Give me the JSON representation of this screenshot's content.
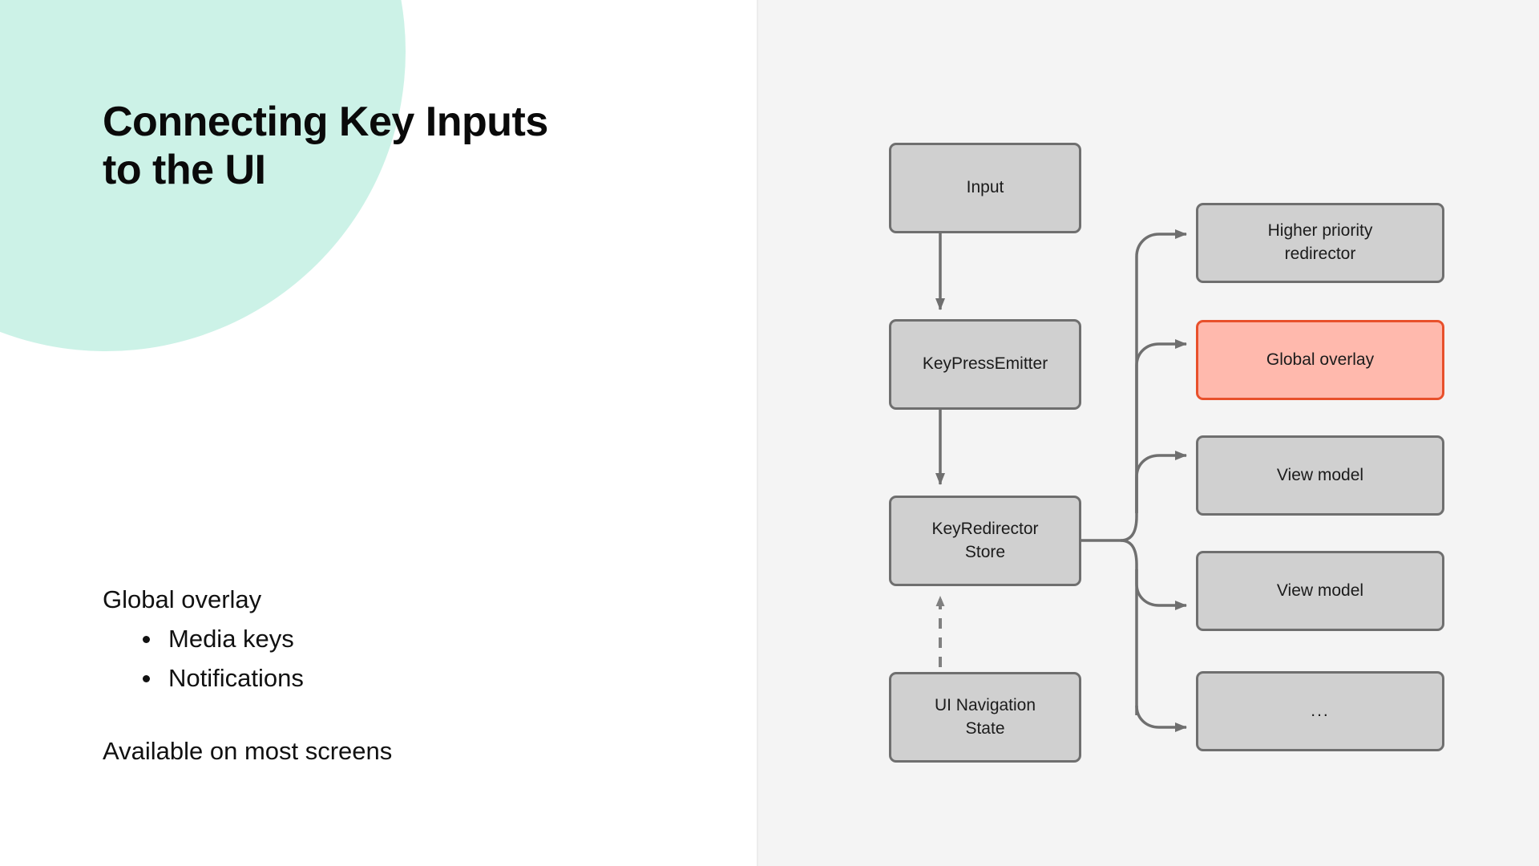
{
  "slide": {
    "title": "Connecting Key Inputs\nto the UI",
    "background_color": "#ffffff",
    "accent_circle_color": "#CCF2E7",
    "panel_color": "#F4F4F4"
  },
  "content": {
    "heading": "Global overlay",
    "bullets": [
      "Media keys",
      "Notifications"
    ],
    "footnote": "Available on most screens"
  },
  "diagram": {
    "node_fill": "#D0D0D0",
    "node_border": "#6f6f6f",
    "highlight_fill": "#FFB9AD",
    "highlight_border": "#E8502B",
    "connector_color": "#6f6f6f",
    "nodes": [
      {
        "id": "input",
        "label": "Input",
        "highlight": false
      },
      {
        "id": "key-press-emitter",
        "label": "KeyPressEmitter",
        "highlight": false
      },
      {
        "id": "key-redirector-store",
        "label": "KeyRedirector\nStore",
        "highlight": false
      },
      {
        "id": "ui-navigation-state",
        "label": "UI Navigation\nState",
        "highlight": false
      },
      {
        "id": "higher-priority-redirector",
        "label": "Higher priority\nredirector",
        "highlight": false
      },
      {
        "id": "global-overlay",
        "label": "Global overlay",
        "highlight": true
      },
      {
        "id": "view-model-1",
        "label": "View model",
        "highlight": false
      },
      {
        "id": "view-model-2",
        "label": "View model",
        "highlight": false
      },
      {
        "id": "more",
        "label": "...",
        "highlight": false
      }
    ],
    "edges": [
      {
        "from": "input",
        "to": "key-press-emitter",
        "style": "solid",
        "direction": "down"
      },
      {
        "from": "key-press-emitter",
        "to": "key-redirector-store",
        "style": "solid",
        "direction": "down"
      },
      {
        "from": "ui-navigation-state",
        "to": "key-redirector-store",
        "style": "dashed",
        "direction": "up"
      },
      {
        "from": "key-redirector-store",
        "to": "higher-priority-redirector",
        "style": "solid",
        "direction": "right"
      },
      {
        "from": "key-redirector-store",
        "to": "global-overlay",
        "style": "solid",
        "direction": "right"
      },
      {
        "from": "key-redirector-store",
        "to": "view-model-1",
        "style": "solid",
        "direction": "right"
      },
      {
        "from": "key-redirector-store",
        "to": "view-model-2",
        "style": "solid",
        "direction": "right"
      },
      {
        "from": "key-redirector-store",
        "to": "more",
        "style": "solid",
        "direction": "right"
      }
    ]
  }
}
